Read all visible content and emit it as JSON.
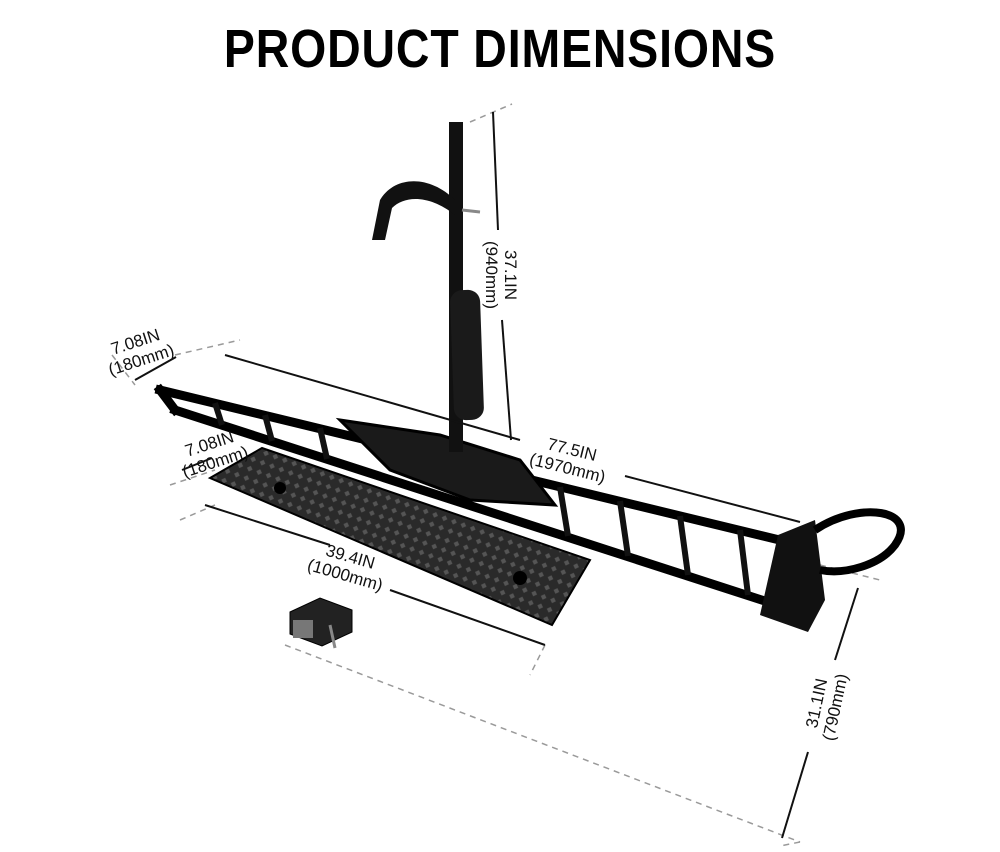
{
  "title": "PRODUCT DIMENSIONS",
  "dimensions": {
    "post_height": {
      "imperial": "37.1IN",
      "metric": "(940mm)"
    },
    "rail_width": {
      "imperial": "7.08IN",
      "metric": "(180mm)"
    },
    "rail_length": {
      "imperial": "77.5IN",
      "metric": "(1970mm)"
    },
    "platform_width": {
      "imperial": "7.08IN",
      "metric": "(180mm)"
    },
    "platform_length": {
      "imperial": "39.4IN",
      "metric": "(1000mm)"
    },
    "overall_height": {
      "imperial": "31.1IN",
      "metric": "(790mm)"
    }
  },
  "colors": {
    "product": "#111111",
    "plate": "#2a2a2a",
    "dimension_line": "#111111",
    "guide_line": "#9a9a9a"
  }
}
